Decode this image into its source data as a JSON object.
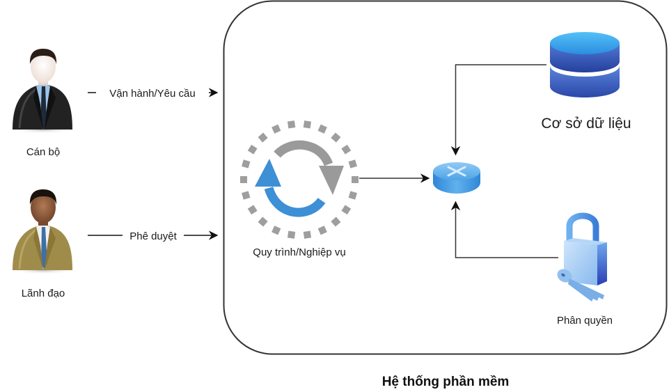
{
  "diagram": {
    "container": {
      "title": "Hệ thống phần mềm"
    },
    "actors": [
      {
        "id": "can-bo",
        "label": "Cán bộ",
        "suit_color": "#1f1f1f",
        "shirt_color": "#9ec5e8",
        "tie_color": "#1d2a3a",
        "skin_color": "#f5e6df"
      },
      {
        "id": "lanh-dao",
        "label": "Lãnh đạo",
        "suit_color": "#a08c4a",
        "shirt_color": "#f2f2f2",
        "tie_color": "#3f6fa6",
        "skin_color": "#8a5a3c"
      }
    ],
    "nodes": {
      "process": {
        "label": "Quy trình/Nghiệp vụ",
        "icon": "cycle-arrows-icon"
      },
      "hub": {
        "label": "",
        "icon": "router-icon"
      },
      "database": {
        "label": "Cơ sở dữ liệu",
        "icon": "database-icon"
      },
      "permission": {
        "label": "Phân quyền",
        "icon": "lock-key-icon"
      }
    },
    "edges": [
      {
        "from": "Cán bộ",
        "to": "Hệ thống phần mềm",
        "label": "Vận hành/Yêu cầu"
      },
      {
        "from": "Lãnh đạo",
        "to": "Hệ thống phần mềm",
        "label": "Phê duyệt"
      },
      {
        "from": "Quy trình/Nghiệp vụ",
        "to": "router",
        "label": ""
      },
      {
        "from": "Cơ sở dữ liệu",
        "to": "router",
        "label": ""
      },
      {
        "from": "Phân quyền",
        "to": "router",
        "label": ""
      }
    ],
    "colors": {
      "stroke": "#1a1a1a",
      "blue_arrow": "#3d8fd6",
      "gray_arrow": "#9a9a9a",
      "dash_ring": "#9e9e9e",
      "db_top": "#3aa6ee",
      "db_bottom": "#2f4fb0",
      "router": "#4a9fe0",
      "lock": "#8fc2f0"
    }
  }
}
